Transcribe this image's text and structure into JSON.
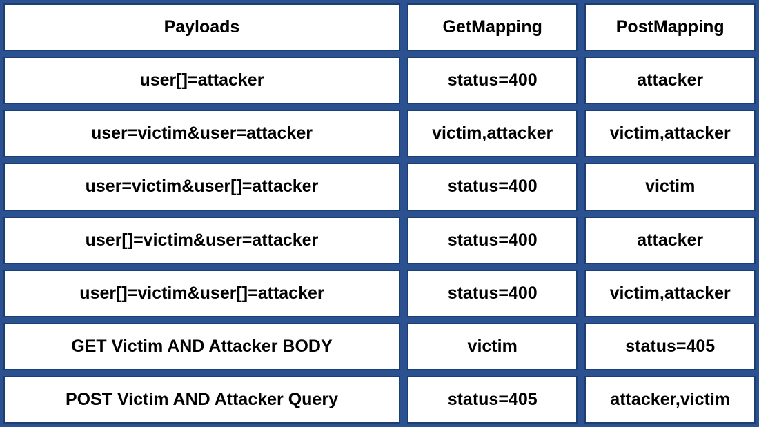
{
  "chart_data": {
    "type": "table",
    "title": "",
    "columns": [
      "Payloads",
      "GetMapping",
      "PostMapping"
    ],
    "rows": [
      [
        "user[]=attacker",
        "status=400",
        "attacker"
      ],
      [
        "user=victim&user=attacker",
        "victim,attacker",
        "victim,attacker"
      ],
      [
        "user=victim&user[]=attacker",
        "status=400",
        "victim"
      ],
      [
        "user[]=victim&user=attacker",
        "status=400",
        "attacker"
      ],
      [
        "user[]=victim&user[]=attacker",
        "status=400",
        "victim,attacker"
      ],
      [
        "GET Victim AND Attacker BODY",
        "victim",
        "status=405"
      ],
      [
        "POST Victim AND Attacker Query",
        "status=405",
        "attacker,victim"
      ]
    ],
    "layout": "3-column grid, first column wide, no merged cells, header row visually identical to data rows"
  },
  "colors": {
    "background_blue": "#2b5191",
    "cell_border_navy": "#1b3e74",
    "cell_background": "#ffffff",
    "text": "#000000"
  }
}
